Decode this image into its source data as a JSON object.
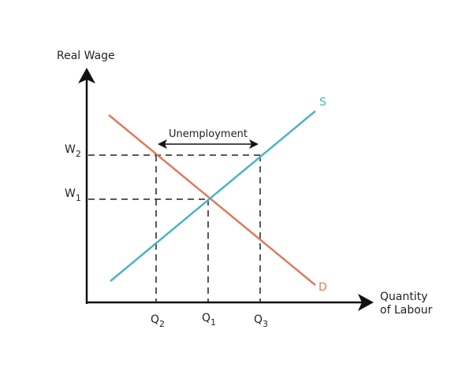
{
  "chart_data": {
    "type": "diagram",
    "title": "",
    "ylabel": "Real Wage",
    "xlabel": "Quantity of Labour",
    "xlabel_lines": [
      "Quantity",
      "of Labour"
    ],
    "curves": [
      {
        "name": "S",
        "label": "S",
        "color": "#4bb4c4",
        "slope": "upward",
        "from": [
          140,
          357
        ],
        "to": [
          400,
          141
        ]
      },
      {
        "name": "D",
        "label": "D",
        "color": "#e07a5a",
        "slope": "downward",
        "from": [
          138,
          146
        ],
        "to": [
          400,
          362
        ]
      }
    ],
    "y_ticks": [
      {
        "label": "W",
        "sub": "2",
        "y": 197
      },
      {
        "label": "W",
        "sub": "1",
        "y": 253
      }
    ],
    "x_ticks": [
      {
        "label": "Q",
        "sub": "2",
        "x": 198
      },
      {
        "label": "Q",
        "sub": "1",
        "x": 264
      },
      {
        "label": "Q",
        "sub": "3",
        "x": 330
      }
    ],
    "annotations": [
      {
        "text": "Unemployment",
        "type": "double-arrow",
        "from_x": 198,
        "to_x": 330,
        "y": 183
      }
    ],
    "equilibrium": {
      "wage": "W1",
      "quantity": "Q1"
    },
    "grid": false,
    "legend": "none"
  },
  "labels": {
    "y_axis": "Real Wage",
    "x_axis_line1": "Quantity",
    "x_axis_line2": "of Labour",
    "supply": "S",
    "demand": "D",
    "unemployment": "Unemployment",
    "w2_main": "W",
    "w2_sub": "2",
    "w1_main": "W",
    "w1_sub": "1",
    "q2_main": "Q",
    "q2_sub": "2",
    "q1_main": "Q",
    "q1_sub": "1",
    "q3_main": "Q",
    "q3_sub": "3"
  }
}
